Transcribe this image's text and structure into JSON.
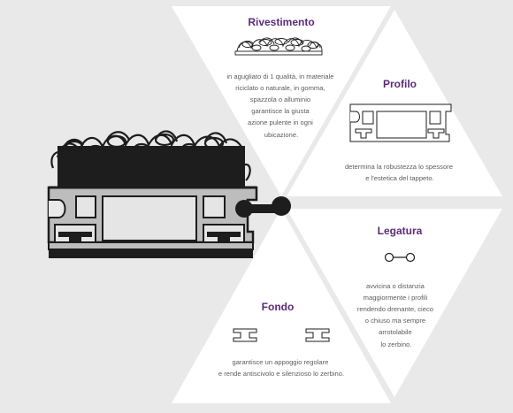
{
  "sections": {
    "rivestimento": {
      "title": "Rivestimento",
      "lines": [
        "in agugliato di 1 qualità, in materiale",
        "riciclato o naturale, in gomma,",
        "spazzola o alluminio",
        "garantisce la giusta",
        "azione pulente in ogni",
        "ubicazione."
      ],
      "icon": "scrub-coating-icon"
    },
    "profilo": {
      "title": "Profilo",
      "lines": [
        "determina la robustezza lo spessore",
        "e l'estetica del tappeto."
      ],
      "icon": "aluminium-profile-icon"
    },
    "legatura": {
      "title": "Legatura",
      "lines": [
        "avvicina o distanzia",
        "maggiormente i profili",
        "rendendo drenante, cieco",
        "o chiuso ma sempre",
        "arrotolabile",
        "lo zerbino."
      ],
      "icon": "link-connector-icon"
    },
    "fondo": {
      "title": "Fondo",
      "lines": [
        "garantisce un appoggio regolare",
        "e rende antiscivolo e silenzioso lo zerbino."
      ],
      "icon": "rubber-base-icon"
    }
  },
  "colors": {
    "background": "#e9e9e9",
    "panel": "#ffffff",
    "title": "#5b2a7a",
    "text": "#5d5d5d",
    "ink": "#1d1d1d"
  }
}
